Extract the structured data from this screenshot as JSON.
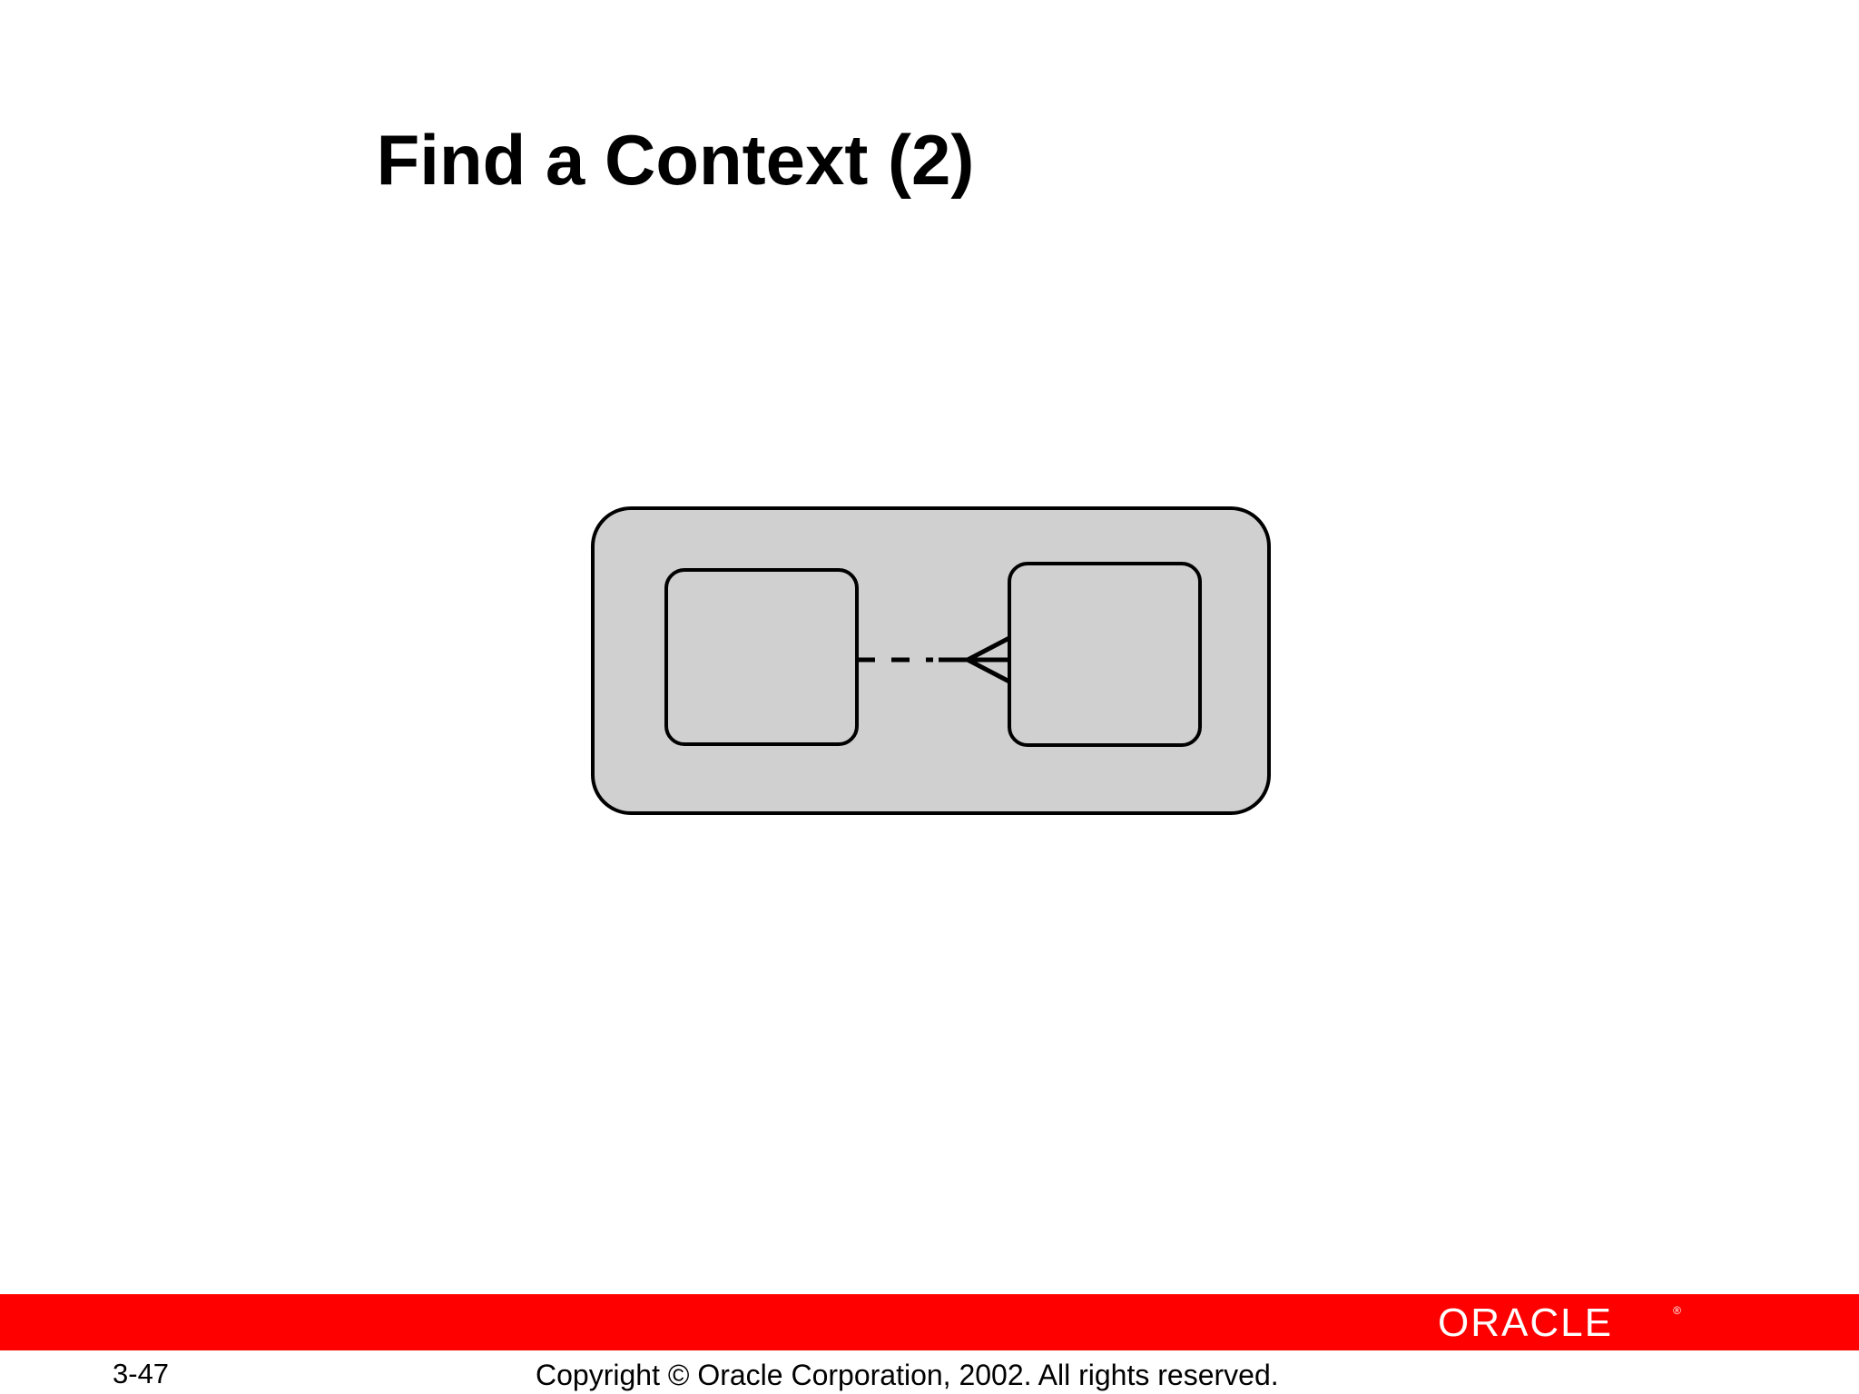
{
  "slide": {
    "title": "Find a Context (2)",
    "page_number": "3-47",
    "copyright": "Copyright © Oracle Corporation, 2002. All rights reserved.",
    "logo_text": "ORACLE",
    "logo_mark": "®"
  },
  "colors": {
    "footer_bar": "#ff0000",
    "context_fill": "#d0d0d0",
    "entity_fill": "#d0d0d0",
    "outline": "#000000"
  },
  "diagram": {
    "container": "context-box",
    "entities": [
      "left-entity",
      "right-entity"
    ],
    "relationship": {
      "from": "left-entity",
      "to": "right-entity",
      "from_end": "optional-one",
      "to_end": "mandatory-many"
    }
  }
}
